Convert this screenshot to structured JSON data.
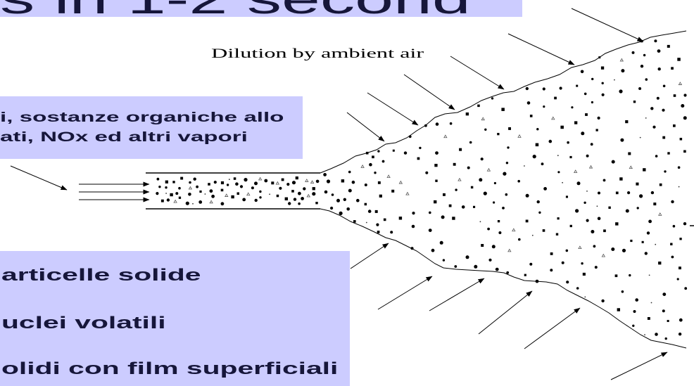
{
  "header": {
    "text": "s in 1-2 second"
  },
  "composition_box": {
    "lines": [
      "i, sostanze organiche allo",
      "ati, NOx ed altri vapori"
    ]
  },
  "particle_types": {
    "items": [
      "articelle solide",
      "uclei volatili",
      "olidi con film superficiali"
    ]
  },
  "diagram": {
    "label": "Dilution by ambient air"
  },
  "colors": {
    "box_background": "#ccccff",
    "text": "#16163a",
    "drawing": "#000000"
  }
}
